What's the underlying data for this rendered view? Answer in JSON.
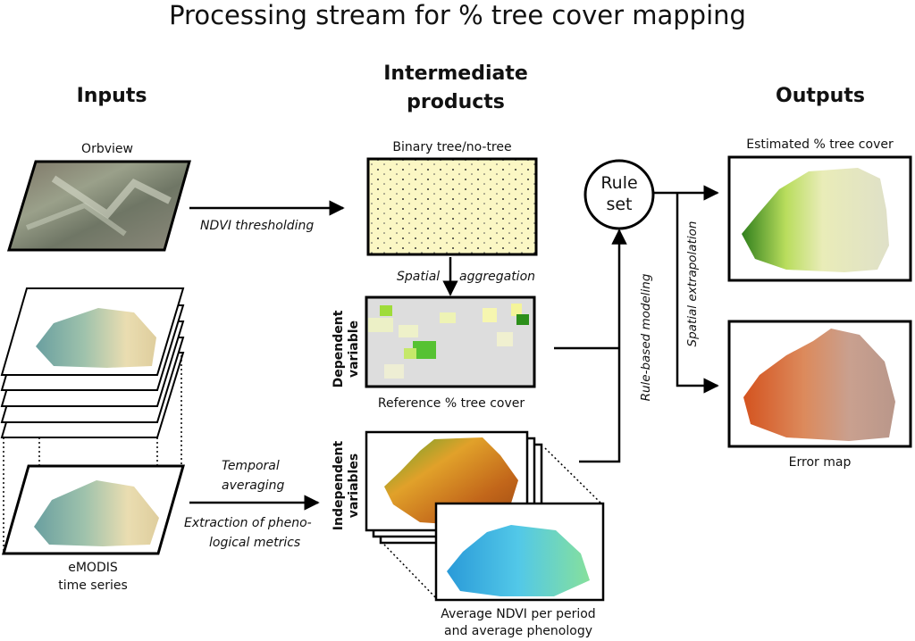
{
  "title": "Processing stream for % tree cover mapping",
  "columns": {
    "inputs": "Inputs",
    "intermediate_line1": "Intermediate",
    "intermediate_line2": "products",
    "outputs": "Outputs"
  },
  "inputs": {
    "orbview_label": "Orbview",
    "emodis_line1": "eMODIS",
    "emodis_line2": "time series"
  },
  "processes": {
    "ndvi_thresholding": "NDVI thresholding",
    "spatial_aggregation_1": "Spatial",
    "spatial_aggregation_2": "aggregation",
    "temporal_averaging_1": "Temporal",
    "temporal_averaging_2": "averaging",
    "pheno_1": "Extraction of pheno-",
    "pheno_2": "logical metrics",
    "rule_based_modeling": "Rule-based modeling",
    "spatial_extrapolation": "Spatial extrapolation"
  },
  "intermediate": {
    "binary_label": "Binary tree/no-tree",
    "dependent_line1": "Dependent",
    "dependent_line2": "variable",
    "reference_label": "Reference % tree cover",
    "independent_line1": "Independent",
    "independent_line2": "variables",
    "avg_ndvi_line1": "Average NDVI per period",
    "avg_ndvi_line2": "and average  phenology"
  },
  "rule_set": {
    "line1": "Rule",
    "line2": "set"
  },
  "outputs": {
    "estimated_label": "Estimated % tree cover",
    "error_label": "Error map"
  }
}
